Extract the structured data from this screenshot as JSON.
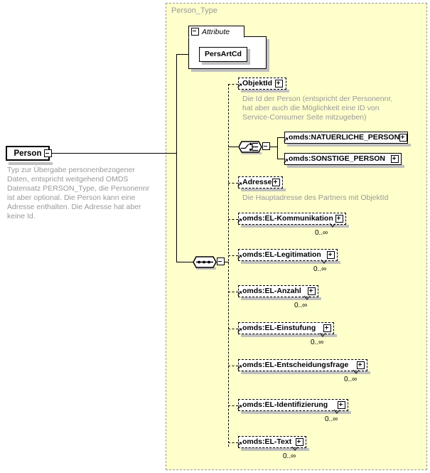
{
  "diagram": {
    "kind": "xsd-schema-diagram",
    "root_element": {
      "name": "Person",
      "expander": "collapse-minus",
      "annotation": "Typ zur Übergabe personenbezogener Daten, entspricht weitgehend OMDS Datensatz PERSON_Type, die Personennr ist aber optional. Die Person kann eine Adresse enthalten. Die Adresse hat aber keine Id."
    },
    "type_box": {
      "title": "Person_Type",
      "background": "#ffffcc",
      "border_color": "#999999"
    },
    "attribute_group": {
      "label": "Attribute",
      "expander": "collapse-minus",
      "attributes": [
        {
          "name": "PersArtCd"
        }
      ]
    },
    "compositors": {
      "sequence": {
        "icon": "sequence-icon",
        "expander": "collapse-minus"
      },
      "choice": {
        "icon": "choice-icon",
        "expander": "collapse-minus"
      }
    },
    "children": [
      {
        "name": "ObjektId",
        "style": "dashed",
        "expander": "plus",
        "annotation": "Die Id der Person (entspricht der Personennr, hat aber auch die Möglichkeit eine ID von Service-Consumer Seite mitzugeben)",
        "occurrence": ""
      },
      {
        "name": "omds:NATUERLICHE_PERSON",
        "style": "solid",
        "expander": "plus",
        "annotation": "",
        "occurrence": ""
      },
      {
        "name": "omds:SONSTIGE_PERSON",
        "style": "solid",
        "expander": "plus",
        "annotation": "",
        "occurrence": ""
      },
      {
        "name": "Adresse",
        "style": "dashed",
        "expander": "plus",
        "annotation": "Die Hauptadresse des Partners mit ObjektId",
        "occurrence": ""
      },
      {
        "name": "omds:EL-Kommunikation",
        "style": "dashed",
        "expander": "plus",
        "annotation": "",
        "occurrence": "0..∞"
      },
      {
        "name": "omds:EL-Legitimation",
        "style": "dashed",
        "expander": "plus",
        "annotation": "",
        "occurrence": "0..∞"
      },
      {
        "name": "omds:EL-Anzahl",
        "style": "dashed",
        "expander": "plus",
        "annotation": "",
        "occurrence": "0..∞"
      },
      {
        "name": "omds:EL-Einstufung",
        "style": "dashed",
        "expander": "plus",
        "annotation": "",
        "occurrence": "0..∞"
      },
      {
        "name": "omds:EL-Entscheidungsfrage",
        "style": "dashed",
        "expander": "plus",
        "annotation": "",
        "occurrence": "0..∞"
      },
      {
        "name": "omds:EL-Identifizierung",
        "style": "dashed",
        "expander": "plus",
        "annotation": "",
        "occurrence": "0..∞"
      },
      {
        "name": "omds:EL-Text",
        "style": "dashed",
        "expander": "plus",
        "annotation": "",
        "occurrence": "0..∞"
      }
    ]
  }
}
